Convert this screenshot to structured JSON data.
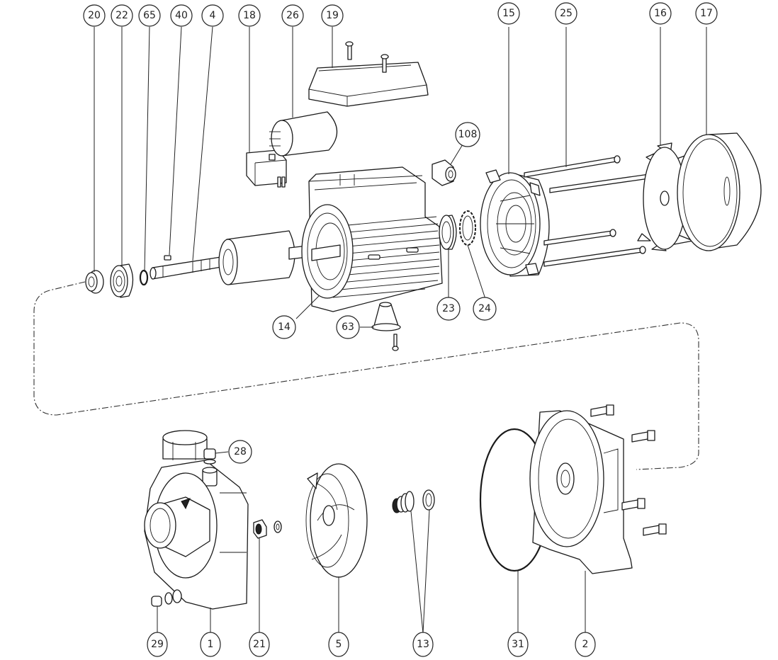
{
  "diagram": {
    "type": "exploded-view parts diagram",
    "subject": "centrifugal electric water pump",
    "callouts": [
      {
        "id": "20",
        "part": "bearing cap / seal washer"
      },
      {
        "id": "22",
        "part": "front ball bearing"
      },
      {
        "id": "65",
        "part": "circlip"
      },
      {
        "id": "40",
        "part": "shaft key"
      },
      {
        "id": "4",
        "part": "rotor shaft"
      },
      {
        "id": "18",
        "part": "terminal block"
      },
      {
        "id": "26",
        "part": "capacitor"
      },
      {
        "id": "19",
        "part": "terminal box cover with screws"
      },
      {
        "id": "108",
        "part": "cable gland"
      },
      {
        "id": "15",
        "part": "rear motor end shield"
      },
      {
        "id": "25",
        "part": "tie rods"
      },
      {
        "id": "16",
        "part": "cooling fan"
      },
      {
        "id": "17",
        "part": "fan cover"
      },
      {
        "id": "14",
        "part": "motor housing / stator"
      },
      {
        "id": "23",
        "part": "rear ball bearing"
      },
      {
        "id": "24",
        "part": "wave spring washer"
      },
      {
        "id": "63",
        "part": "rubber foot with screw"
      },
      {
        "id": "28",
        "part": "priming plug"
      },
      {
        "id": "29",
        "part": "drain plug"
      },
      {
        "id": "1",
        "part": "pump casing"
      },
      {
        "id": "21",
        "part": "impeller nut and washer"
      },
      {
        "id": "5",
        "part": "impeller"
      },
      {
        "id": "13",
        "part": "mechanical seal"
      },
      {
        "id": "31",
        "part": "O-ring"
      },
      {
        "id": "2",
        "part": "pump bracket with bolts"
      }
    ],
    "top_row_labels": [
      "20",
      "22",
      "65",
      "40",
      "4",
      "18",
      "26",
      "19",
      "15",
      "25",
      "16",
      "17"
    ],
    "middle_labels": [
      "108",
      "14",
      "63",
      "23",
      "24",
      "28"
    ],
    "bottom_row_labels": [
      "29",
      "1",
      "21",
      "5",
      "13",
      "31",
      "2"
    ]
  }
}
